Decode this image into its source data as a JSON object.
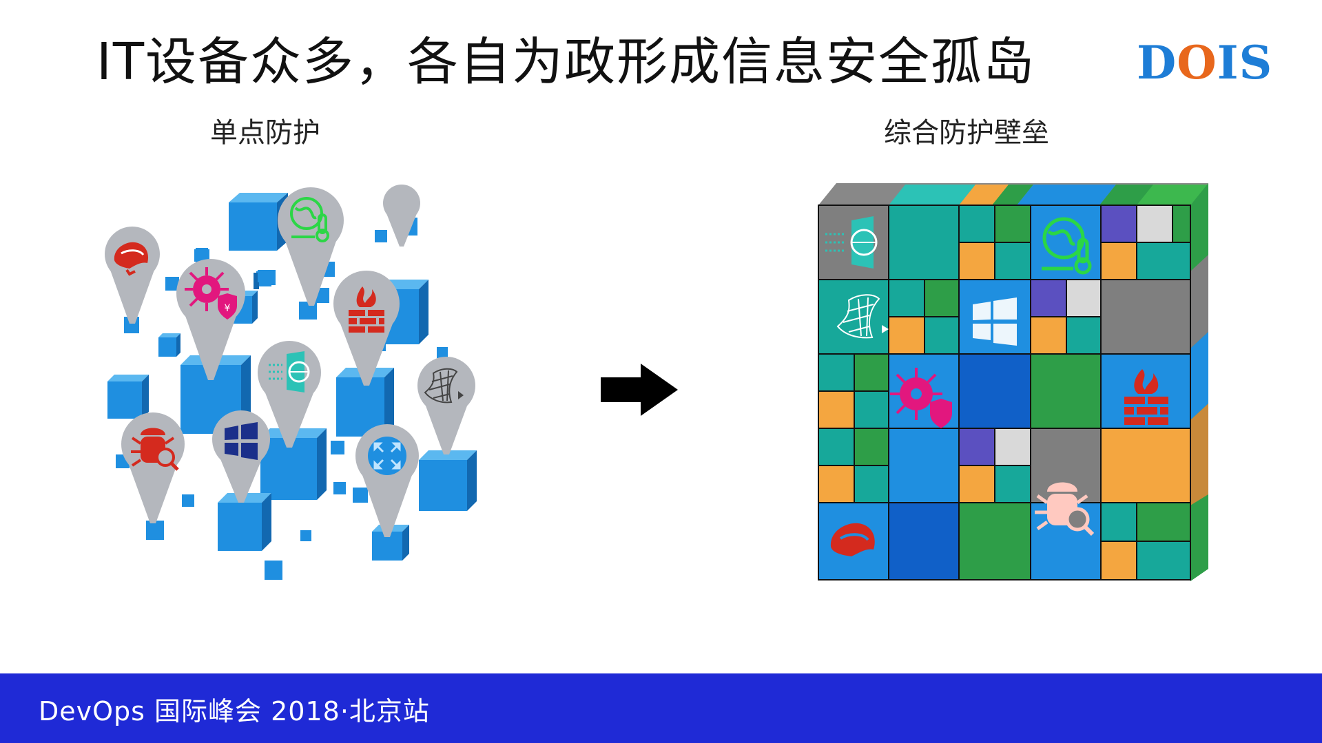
{
  "title": "IT设备众多，各自为政形成信息安全孤岛",
  "logo": {
    "text_before": "D",
    "text_o": "O",
    "text_after": "IS"
  },
  "left_subtitle": "单点防护",
  "right_subtitle": "综合防护壁垒",
  "footer": {
    "text": "DevOps 国际峰会 2018·北京站"
  },
  "colors": {
    "blue": "#1F8FE0",
    "teal": "#17A89A",
    "green": "#2E9E48",
    "orange": "#F4A640",
    "gray": "#7F7F7F",
    "dark_blue": "#1060C8",
    "purple": "#5B50C0",
    "footer": "#1F2AD6",
    "logo_blue": "#1E7DD6",
    "logo_orange": "#E8671C"
  },
  "icons": [
    "redhat-icon",
    "virus-shield-icon",
    "globe-thermometer-icon",
    "firewall-icon",
    "gateway-globe-icon",
    "sql-server-icon",
    "bug-search-icon",
    "windows-icon",
    "expand-arrows-icon",
    "right-arrow-icon"
  ]
}
